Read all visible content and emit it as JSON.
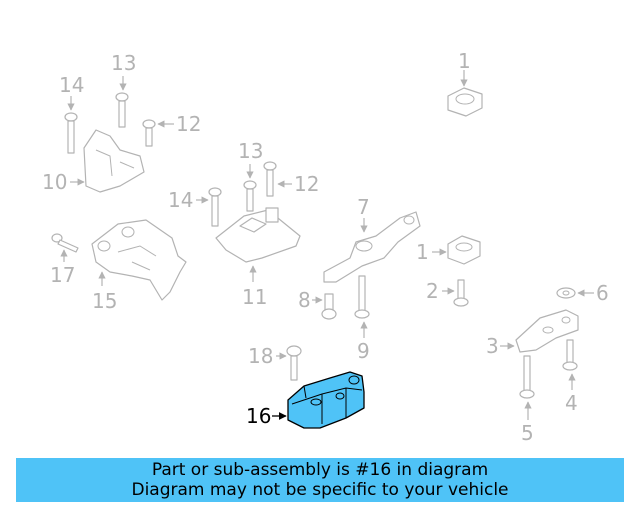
{
  "callouts": {
    "c1a": "1",
    "c1b": "1",
    "c2": "2",
    "c3": "3",
    "c4": "4",
    "c5": "5",
    "c6": "6",
    "c7": "7",
    "c8": "8",
    "c9": "9",
    "c10": "10",
    "c11": "11",
    "c12a": "12",
    "c12b": "12",
    "c13a": "13",
    "c13b": "13",
    "c14a": "14",
    "c14b": "14",
    "c15": "15",
    "c16": "16",
    "c17": "17",
    "c18": "18"
  },
  "highlight": {
    "part": "16",
    "color": "#4fc3f7"
  },
  "banner": {
    "line1": "Part or sub-assembly is #16 in diagram",
    "line2": "Diagram may not be specific to your vehicle",
    "background": "#4fc3f7"
  }
}
